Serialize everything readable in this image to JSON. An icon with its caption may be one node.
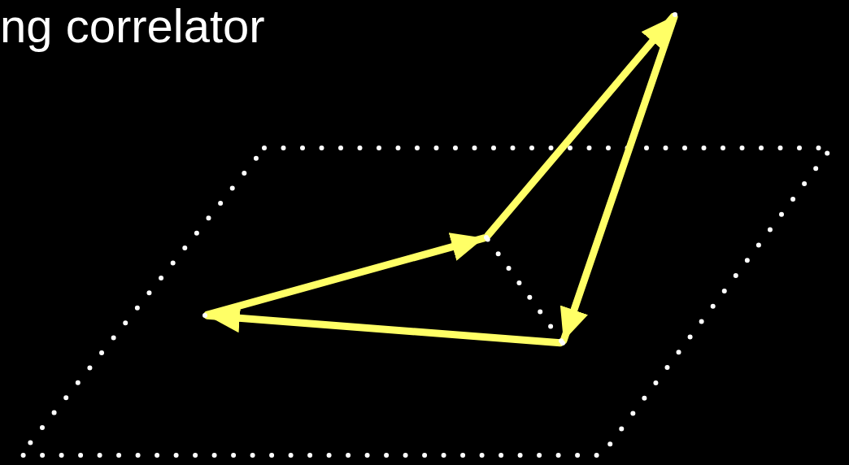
{
  "diagram": {
    "title": "ng correlator",
    "nodes": [
      {
        "text": [],
        "shape": "point"
      },
      {
        "text": [],
        "shape": "point"
      },
      {
        "text": [],
        "shape": "point"
      },
      {
        "text": [],
        "shape": "point"
      }
    ],
    "edges": [
      {
        "from": 0,
        "to": 1,
        "arrow": "to"
      },
      {
        "from": 1,
        "to": 2,
        "arrow": "to"
      },
      {
        "from": 2,
        "to": 3,
        "arrow": "to"
      },
      {
        "from": 3,
        "to": 0,
        "arrow": "to"
      },
      {
        "from": 1,
        "to": 3,
        "arrow": "none",
        "style": "dashed",
        "color": "#ffffff"
      }
    ]
  }
}
